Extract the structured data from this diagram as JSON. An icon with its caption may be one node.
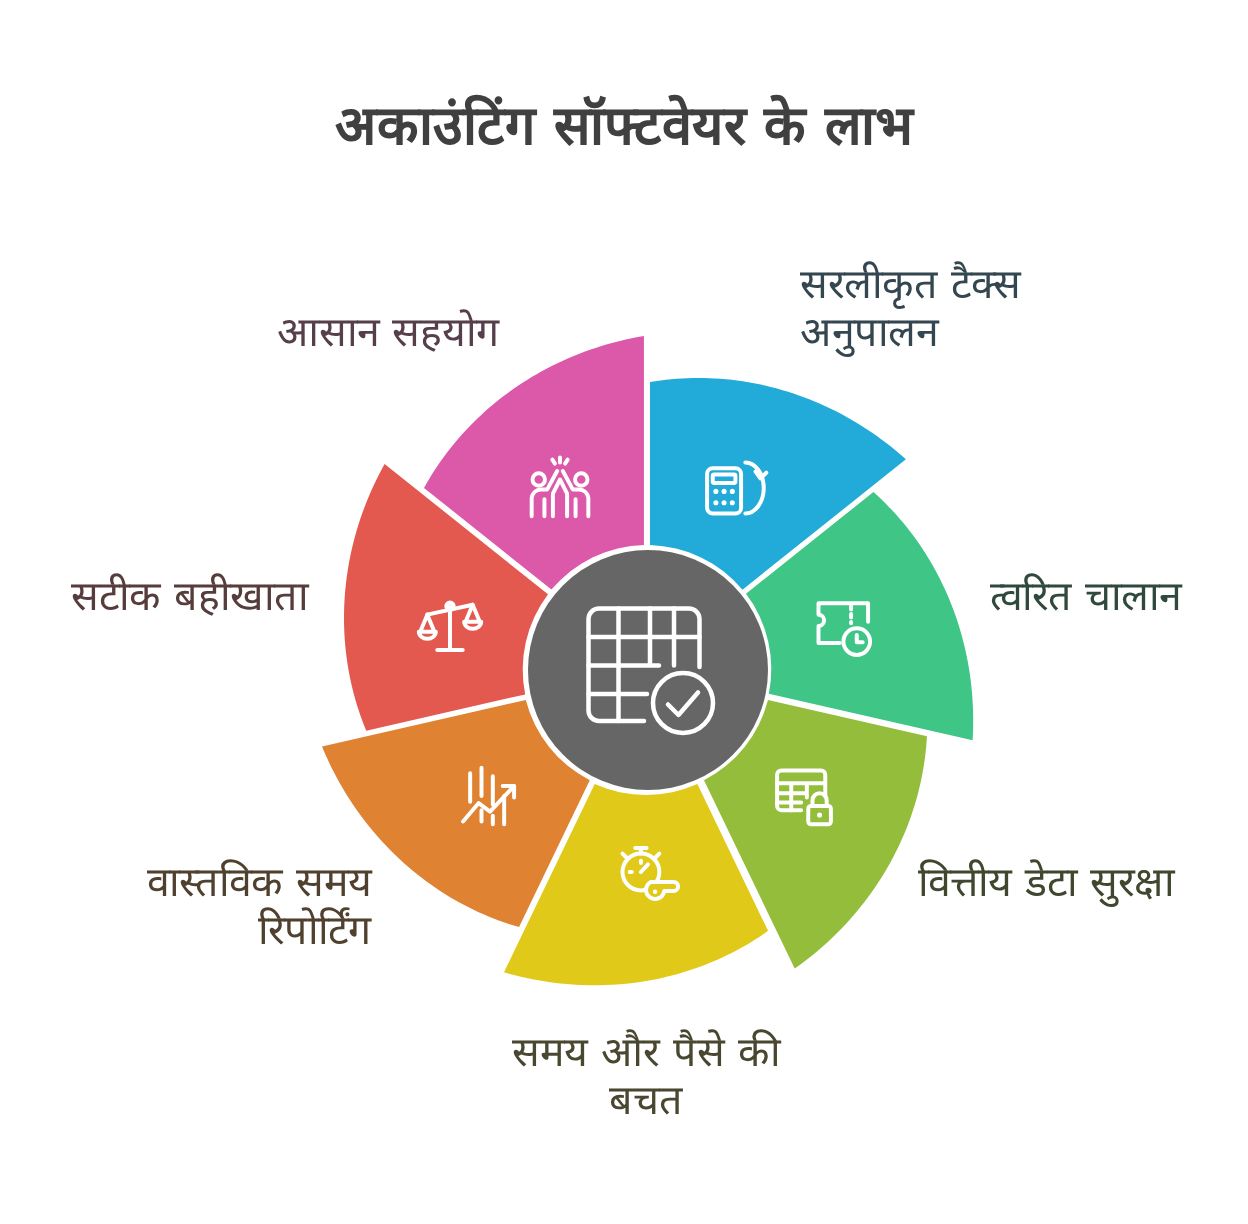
{
  "diagram": {
    "title": "अकाउंटिंग सॉफ्टवेयर के लाभ",
    "nodes": [
      {
        "text": [],
        "shape": "circle"
      },
      {
        "text": [
          "सरलीकृत टैक्स अनुपालन"
        ]
      },
      {
        "text": [
          "त्वरित चालान"
        ]
      },
      {
        "text": [
          "वित्तीय डेटा सुरक्षा"
        ]
      },
      {
        "text": [
          "समय और पैसे की बचत"
        ]
      },
      {
        "text": [
          "वास्तविक समय रिपोर्टिंग"
        ]
      },
      {
        "text": [
          "सटीक बहीखाता"
        ]
      },
      {
        "text": [
          "आसान सहयोग"
        ]
      }
    ]
  }
}
